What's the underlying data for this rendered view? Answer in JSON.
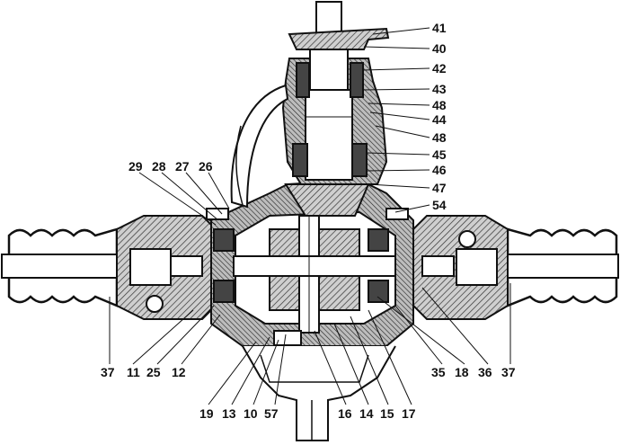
{
  "labels_right": [
    "41",
    "40",
    "42",
    "43",
    "48",
    "44",
    "48",
    "45",
    "46",
    "47",
    "54"
  ],
  "labels_top_left": [
    "29",
    "28",
    "27",
    "26"
  ],
  "labels_bottom": [
    "37",
    "11",
    "25",
    "12",
    "19",
    "13",
    "10",
    "57",
    "16",
    "14",
    "15",
    "17",
    "35",
    "18",
    "36",
    "37"
  ],
  "colors": {
    "ink": "#111111",
    "paper": "#ffffff",
    "shade": "#9a9a9a",
    "hatch": "#555555"
  }
}
